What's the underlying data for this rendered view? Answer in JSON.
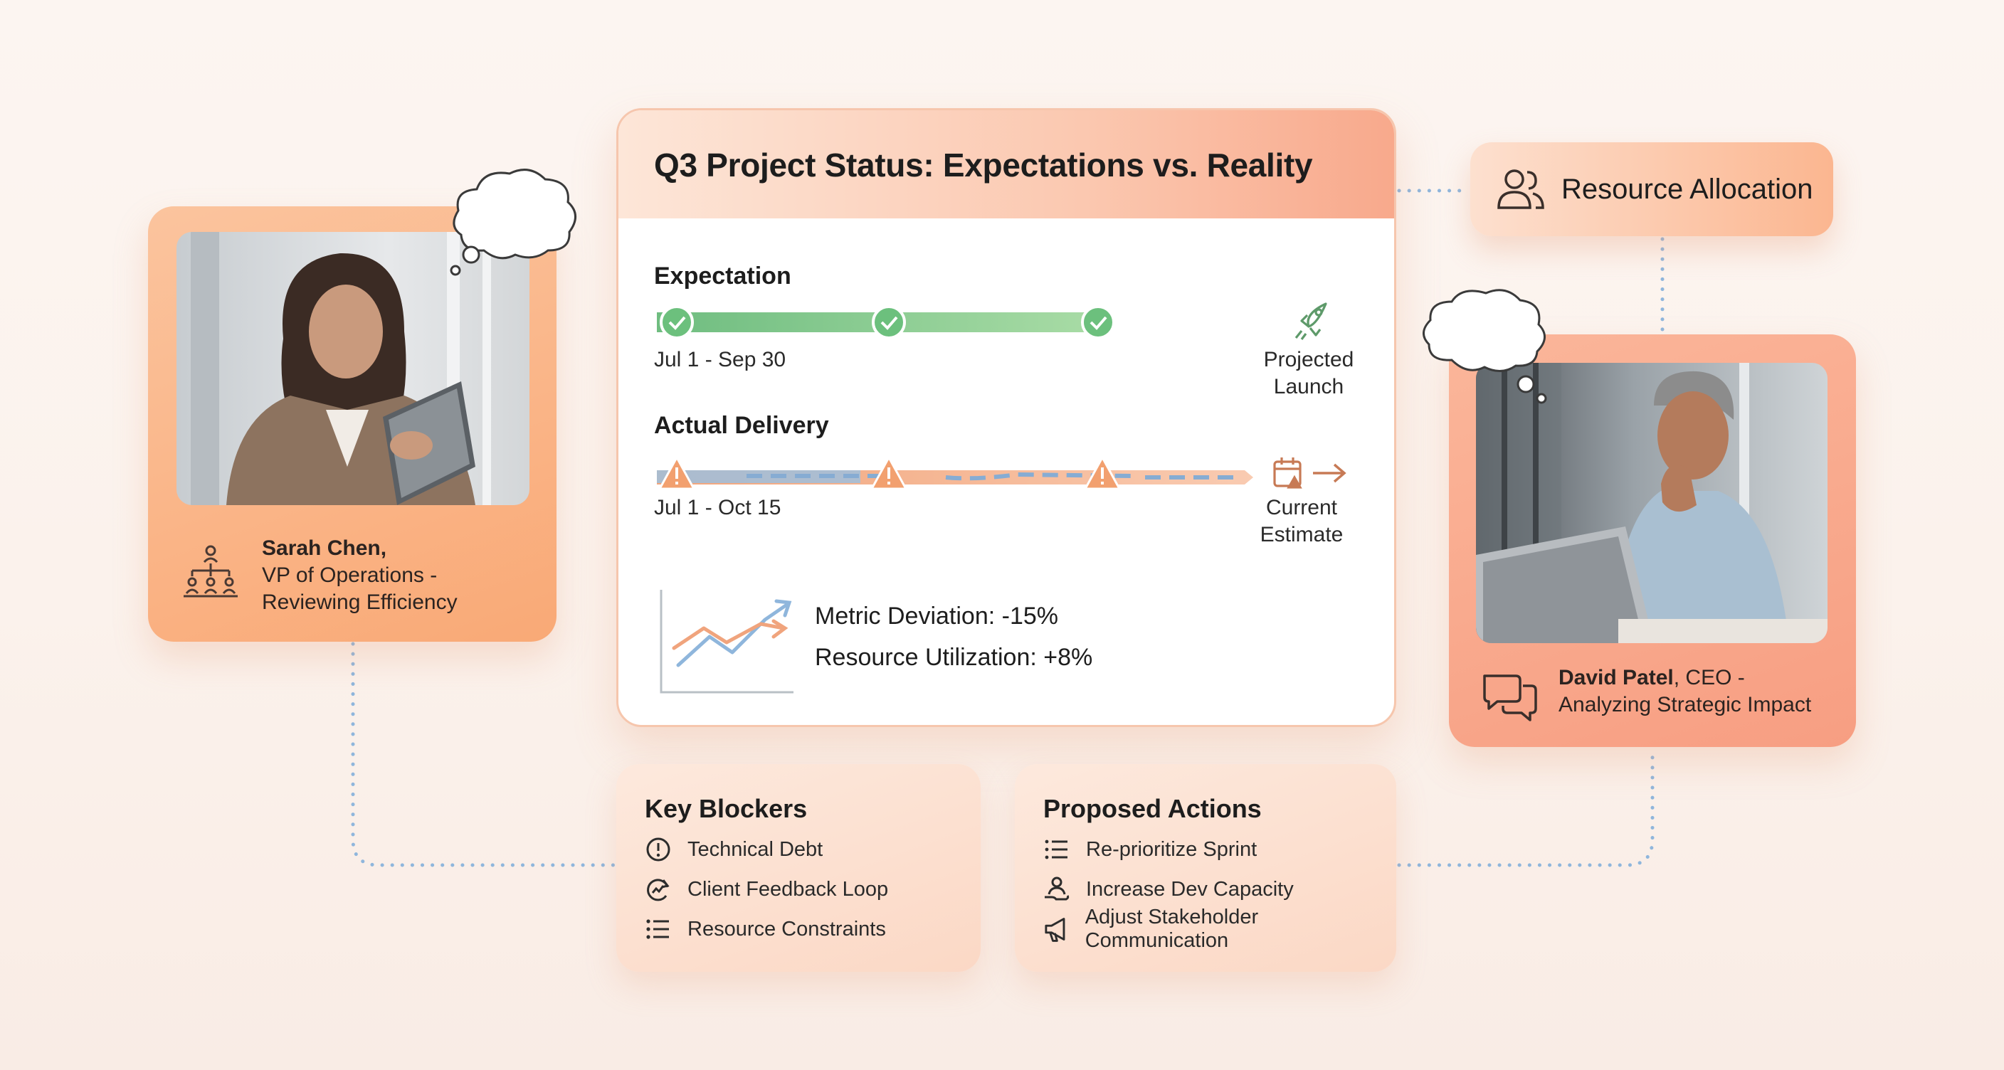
{
  "main": {
    "title": "Q3 Project Status: Expectations vs. Reality",
    "expectation": {
      "label": "Expectation",
      "range": "Jul 1 - Sep 30",
      "end_label_line1": "Projected",
      "end_label_line2": "Launch",
      "end_icon": "rocket-icon",
      "milestones": 3,
      "milestone_icon": "check-icon"
    },
    "actual": {
      "label": "Actual Delivery",
      "range": "Jul 1 - Oct 15",
      "end_label_line1": "Current",
      "end_label_line2": "Estimate",
      "end_icon": "calendar-alert-icon",
      "milestones": 3,
      "milestone_icon": "warning-icon"
    },
    "metrics": {
      "deviation": "Metric Deviation: -15%",
      "utilization": "Resource Utilization: +8%"
    }
  },
  "people": {
    "left": {
      "name": "Sarah Chen,",
      "role_line1": "VP of Operations -",
      "role_line2": "Reviewing Efficiency",
      "icon": "org-chart-icon"
    },
    "right": {
      "name": "David Patel",
      "name_suffix": ", CEO -",
      "role_line2": "Analyzing Strategic Impact",
      "icon": "chat-bubbles-icon"
    }
  },
  "resource_allocation": {
    "label": "Resource Allocation",
    "icon": "users-icon"
  },
  "key_blockers": {
    "title": "Key Blockers",
    "items": [
      {
        "label": "Technical Debt",
        "icon": "alert-circle-icon"
      },
      {
        "label": "Client Feedback Loop",
        "icon": "refresh-chart-icon"
      },
      {
        "label": "Resource Constraints",
        "icon": "list-icon"
      }
    ]
  },
  "proposed_actions": {
    "title": "Proposed Actions",
    "items": [
      {
        "label": "Re-prioritize Sprint",
        "icon": "list-icon"
      },
      {
        "label": "Increase Dev Capacity",
        "icon": "user-hand-icon"
      },
      {
        "label": "Adjust Stakeholder Communication",
        "icon": "megaphone-icon"
      }
    ]
  },
  "colors": {
    "accent_orange": "#f4a275",
    "expectation_green": "#7cc58b",
    "actual_blue": "#8fb3d6",
    "connector_blue": "#8fb6dc"
  }
}
